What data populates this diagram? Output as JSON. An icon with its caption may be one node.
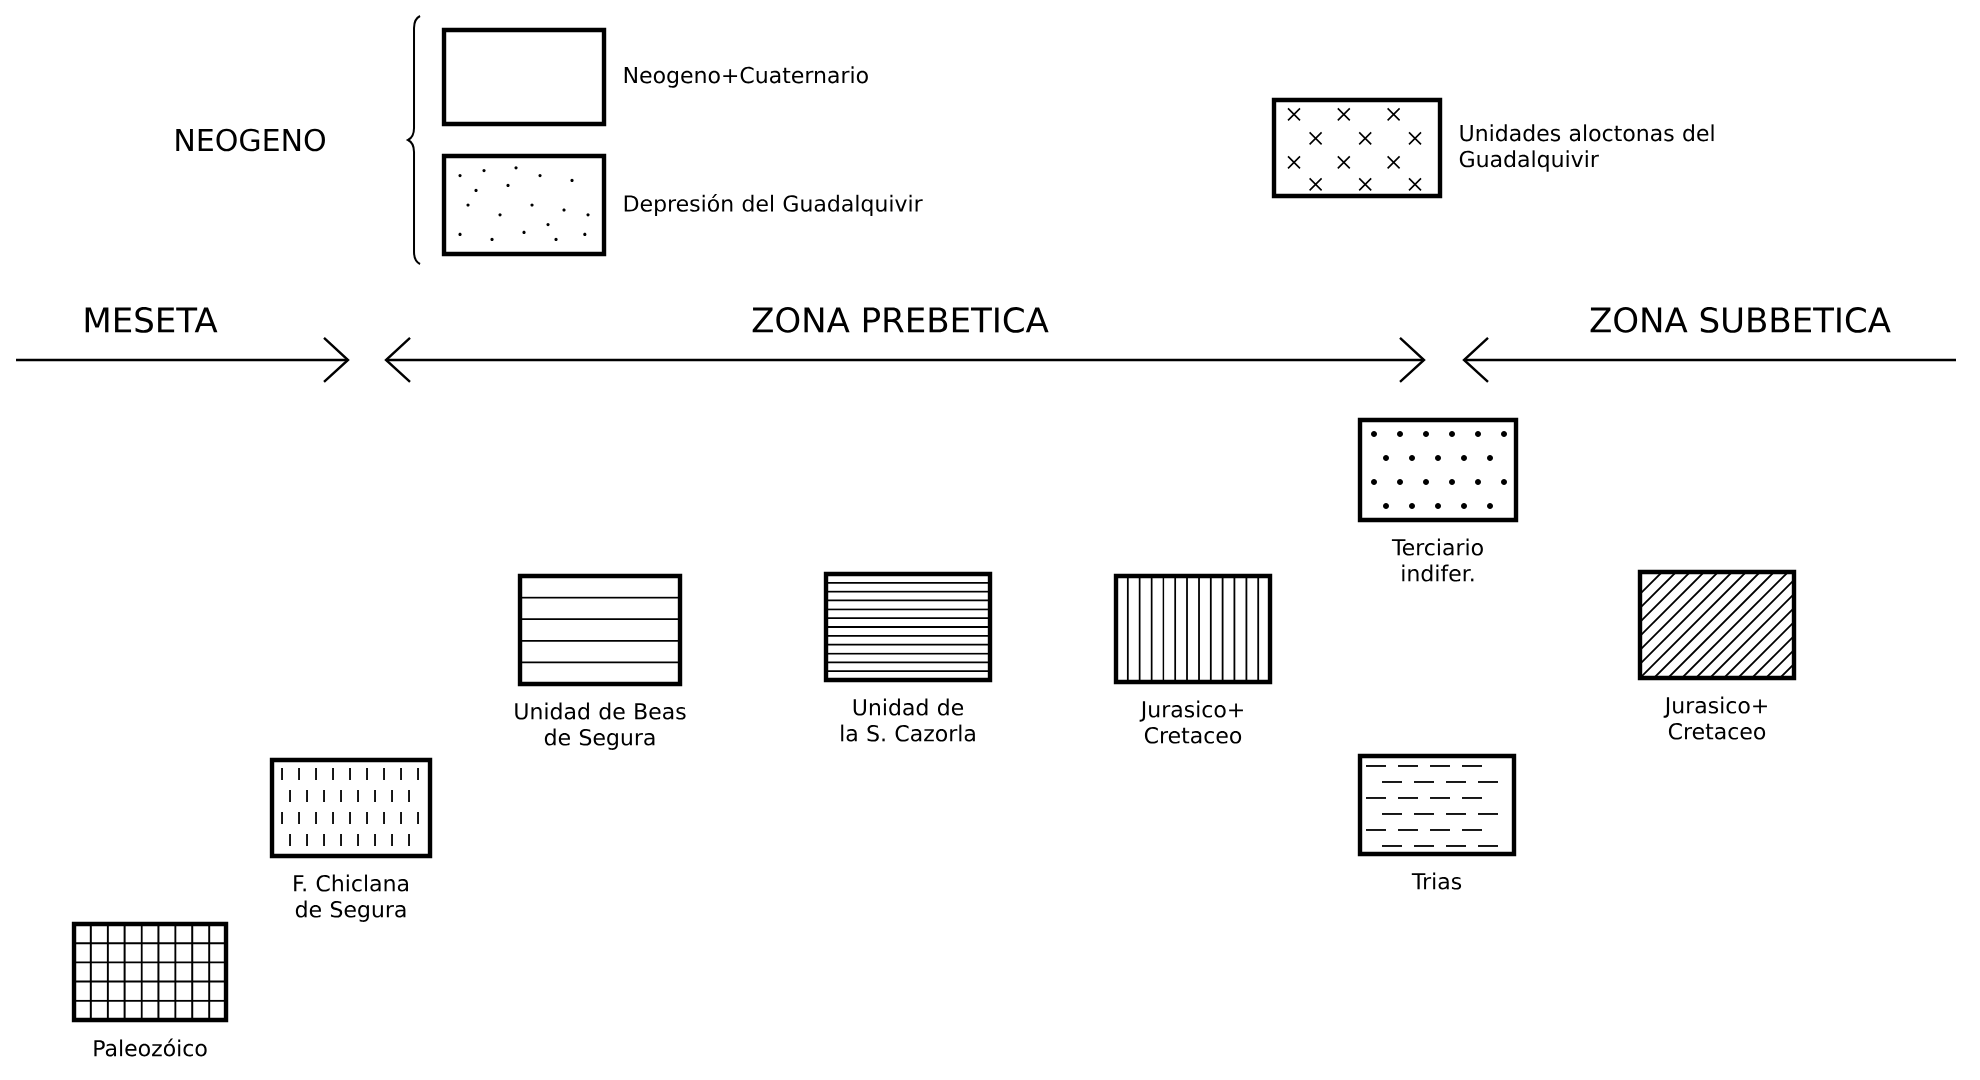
{
  "diagram": {
    "labels": [
      "NEOGENO",
      "MESETA",
      "ZONA PREBETICA",
      "ZONA SUBBETICA"
    ],
    "legend": [
      {
        "text": "Neogeno+Cuaternario"
      },
      {
        "text": "Depresión del Guadalquivir"
      },
      {
        "text": "Unidades aloctonas del Guadalquivir"
      },
      {
        "text": "Paleozóico"
      },
      {
        "text": "F. Chiclana de Segura"
      },
      {
        "text": "Unidad de Beas de Segura"
      },
      {
        "text": "Unidad de la S. Cazorla"
      },
      {
        "text": "Jurasico+ Cretaceo"
      },
      {
        "text": "Terciario indifer."
      },
      {
        "text": "Trias"
      },
      {
        "text": "Jurasico+ Cretaceo"
      }
    ]
  }
}
